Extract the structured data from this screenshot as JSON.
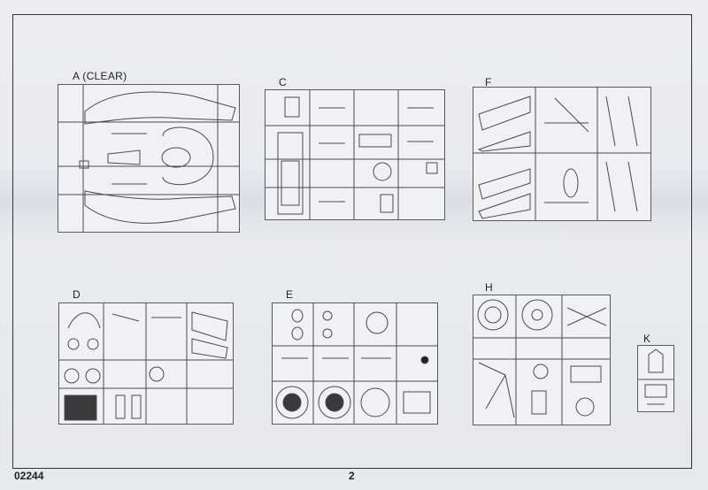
{
  "sprues": [
    {
      "id": "A",
      "label": "A (CLEAR)"
    },
    {
      "id": "C",
      "label": "C"
    },
    {
      "id": "F",
      "label": "F"
    },
    {
      "id": "D",
      "label": "D"
    },
    {
      "id": "E",
      "label": "E"
    },
    {
      "id": "H",
      "label": "H"
    },
    {
      "id": "K",
      "label": "K"
    }
  ],
  "footer": {
    "code": "02244",
    "page_number": "2"
  },
  "colors": {
    "frame": "#5a5a5a",
    "lines": "#4a4a4a",
    "paper": "#ececee"
  }
}
